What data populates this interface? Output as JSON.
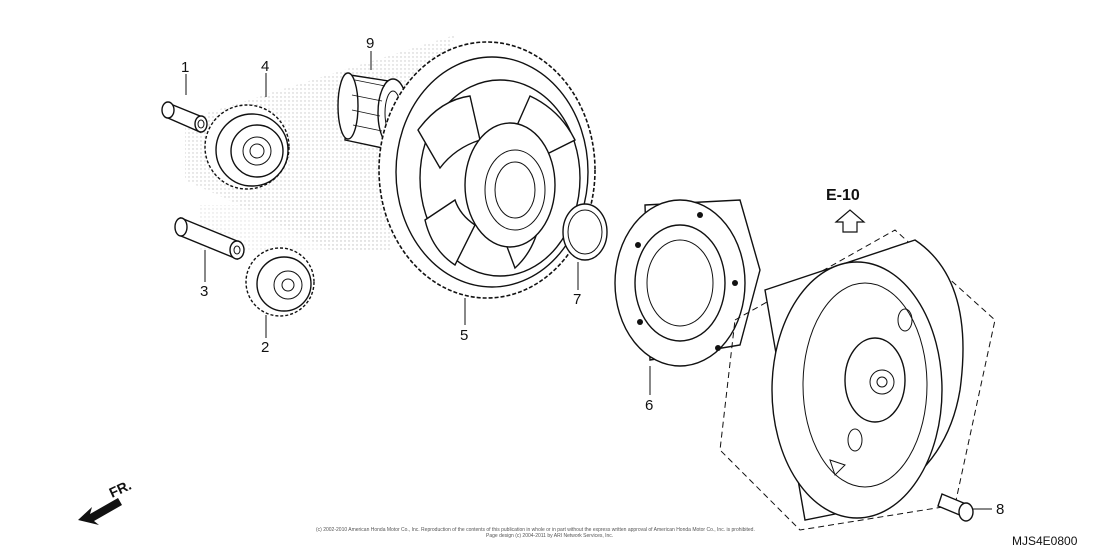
{
  "callouts": [
    {
      "id": "1",
      "label": "1"
    },
    {
      "id": "2",
      "label": "2"
    },
    {
      "id": "3",
      "label": "3"
    },
    {
      "id": "4",
      "label": "4"
    },
    {
      "id": "5",
      "label": "5"
    },
    {
      "id": "6",
      "label": "6"
    },
    {
      "id": "7",
      "label": "7"
    },
    {
      "id": "8",
      "label": "8"
    },
    {
      "id": "9",
      "label": "9"
    }
  ],
  "reference": "E-10",
  "direction_label": "FR.",
  "copyright_line1": "(c) 2002-2010 American Honda Motor Co., Inc. Reproduction of the contents of this publication in whole or in part without the express written approval of American Honda Motor Co., Inc. is prohibited.",
  "copyright_line2": "Page design (c) 2004-2011 by ARI Network Services, Inc.",
  "diagram_code": "MJS4E0800"
}
